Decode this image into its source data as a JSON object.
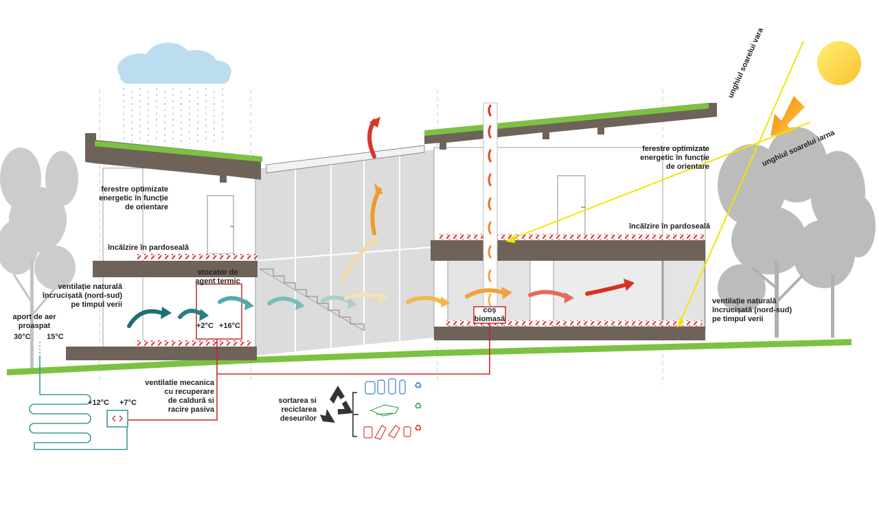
{
  "labels": {
    "windows_left": "ferestre optimizate\nenergetic în funcție\nde orientare",
    "windows_right": "ferestre optimizate\nenergetic în funcție\nde orientare",
    "floor_heating_left": "încălzire în pardoseală",
    "floor_heating_right": "încălzire în pardoseală",
    "heat_storage": "stocator de\nagent termic",
    "ventilation_left": "ventilație naturală\nîncrucișată (nord-sud)\npe timpul verii",
    "ventilation_right": "ventilație naturală\nîncrucișată (nord-sud)\npe timpul verii",
    "fresh_air": "aport de aer\nproaspat",
    "temp_30": "30°C",
    "temp_15": "15°C",
    "temp_plus2": "+2°C",
    "temp_plus16": "+16°C",
    "temp_plus12": "+12°C",
    "temp_plus7": "+7°C",
    "mech_ventilation": "ventilatie mecanica\ncu recuperare\nde caldură si\nracire pasiva",
    "biomass_chimney": "coș\nbiomasă",
    "waste_sorting": "sortarea si\nreciclarea\ndeseurilor",
    "summer_sun_angle": "unghiul soarelui vara",
    "winter_sun_angle": "unghiul soarelui iarna"
  },
  "colors": {
    "roof_green": "#7cc242",
    "ground_green": "#7cc242",
    "slab_brown": "#6e6259",
    "sun_yellow": "#fdd835",
    "sunray": "#f5e400",
    "pipe_red": "#c62828",
    "pipe_teal": "#3a9a9a",
    "cloud": "#bcdcf0",
    "rain": "#9ec7e6",
    "glass": "#d6d6d6",
    "tree": "#b9b9b9",
    "recycle_blue": "#3b7dc4",
    "recycle_green": "#3ea85a",
    "recycle_red": "#d83a3a"
  },
  "icons": {
    "sun": "sun-icon",
    "cloud": "cloud-icon",
    "recycle": "recycle-icon"
  }
}
